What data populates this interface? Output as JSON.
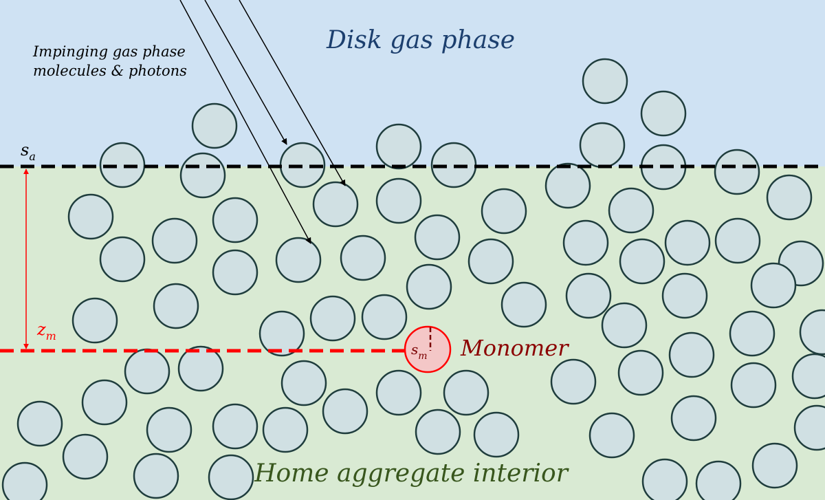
{
  "labels": {
    "gas_phase": "Disk gas phase",
    "impinging_line1": "Impinging gas phase",
    "impinging_line2": "molecules & photons",
    "monomer": "Monomer",
    "interior": "Home aggregate interior",
    "surface_symbol": "s",
    "surface_sub": "a",
    "depth_symbol": "z",
    "depth_sub": "m",
    "monomer_symbol": "s",
    "monomer_sub": "m"
  },
  "colors": {
    "gas_region": "#cfe2f3",
    "interior_region": "#d9ead3",
    "grain_fill": "#d0e0e3",
    "grain_stroke": "#1f3d3d",
    "surface_line": "#000000",
    "depth_line": "#ff0000",
    "monomer_fill": "#f4c7c7",
    "monomer_stroke": "#ff0000",
    "monomer_label": "#8b0000",
    "gas_label": "#1c3f6e",
    "interior_label": "#38561d"
  },
  "icons": {
    "grain": "grain-circle-icon",
    "monomer": "monomer-circle-icon",
    "arrow": "arrow-icon"
  }
}
